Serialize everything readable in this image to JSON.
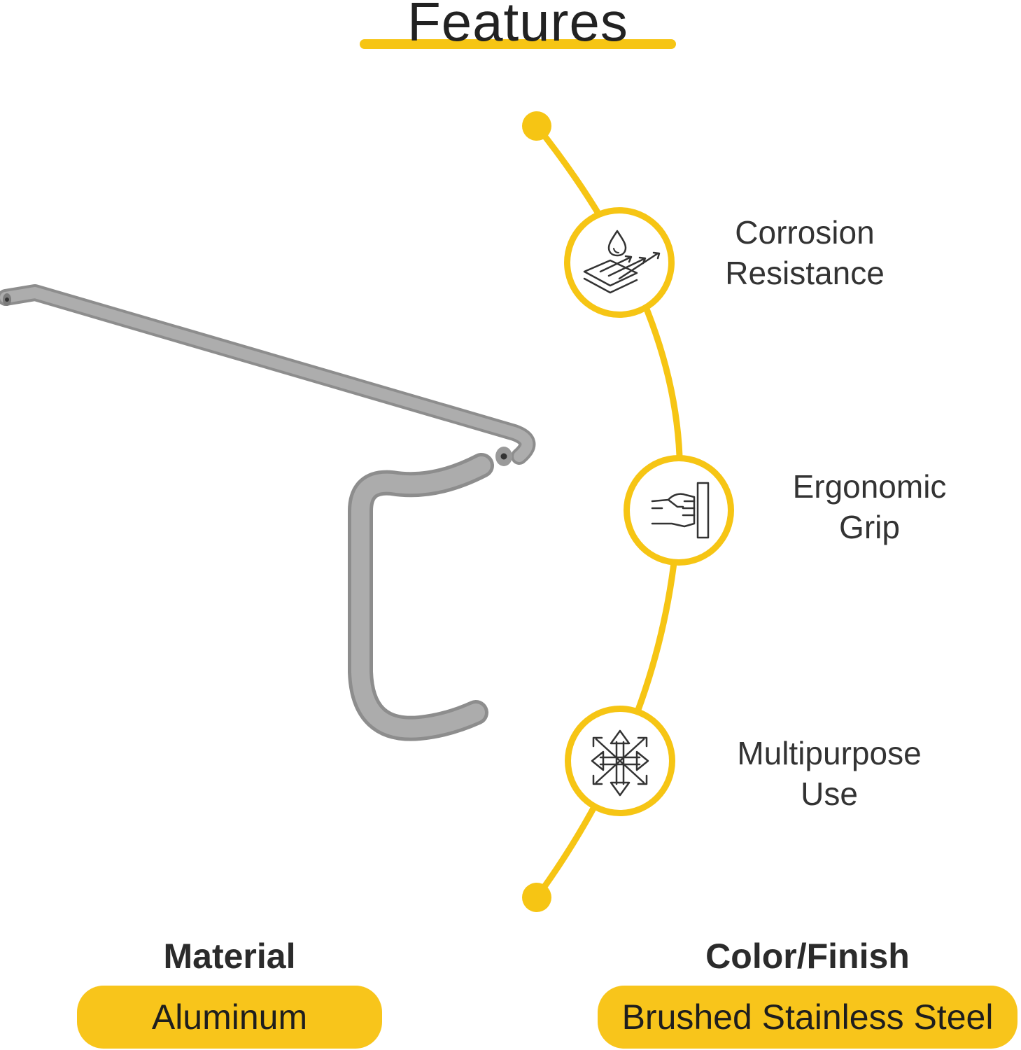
{
  "title": "Features",
  "features": [
    {
      "line1": "Corrosion",
      "line2": "Resistance",
      "icon": "corrosion-resistance-icon"
    },
    {
      "line1": "Ergonomic",
      "line2": "Grip",
      "icon": "fist-grip-icon"
    },
    {
      "line1": "Multipurpose",
      "line2": "Use",
      "icon": "multi-direction-arrows-icon"
    }
  ],
  "specs": {
    "material_heading": "Material",
    "material_value": "Aluminum",
    "finish_heading": "Color/Finish",
    "finish_value": "Brushed Stainless Steel"
  },
  "colors": {
    "accent": "#f6c514",
    "product": "#a3a3a3",
    "text": "#2b2b2b"
  }
}
